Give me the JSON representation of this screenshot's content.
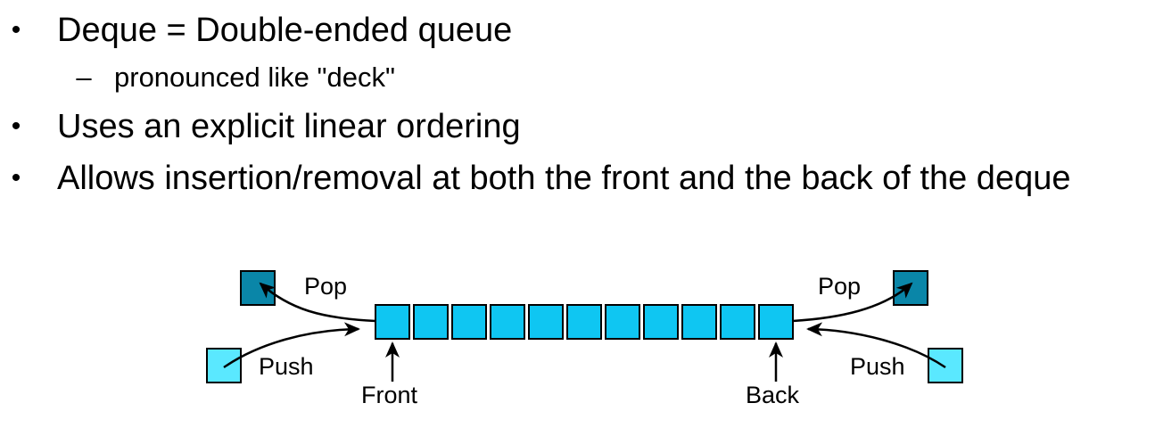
{
  "bullets": [
    {
      "marker": "•",
      "text": "Deque = Double-ended queue"
    },
    {
      "marker": "•",
      "text": "Uses an explicit linear ordering"
    },
    {
      "marker": "•",
      "text": "Allows insertion/removal at both the front and the back of the deque"
    }
  ],
  "sub_bullet": {
    "marker": "–",
    "text": "pronounced like \"deck\""
  },
  "diagram": {
    "cell_count": 11,
    "labels": {
      "pop_left": "Pop",
      "pop_right": "Pop",
      "push_left": "Push",
      "push_right": "Push",
      "front": "Front",
      "back": "Back"
    },
    "colors": {
      "cell_fill": "#0fc6f2",
      "popped_fill": "#0a86a8",
      "pushed_fill": "#5ae8ff",
      "stroke": "#000000"
    }
  }
}
